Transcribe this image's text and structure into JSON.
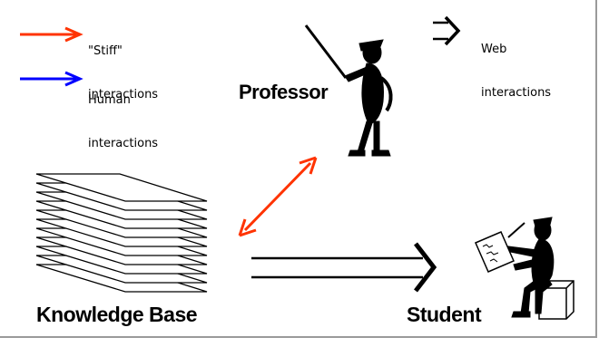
{
  "legend": {
    "stiff": {
      "line1": "\"Stiff\"",
      "line2": "interactions",
      "color": "#ff3300"
    },
    "human": {
      "line1": "Human",
      "line2": "interactions",
      "color": "#0000ff"
    },
    "web": {
      "line1": "Web",
      "line2": "interactions",
      "color": "#000000"
    }
  },
  "nodes": {
    "professor": "Professor",
    "knowledge_base": "Knowledge Base",
    "student": "Student"
  },
  "links": [
    {
      "from": "professor",
      "to": "knowledge_base",
      "type": "stiff",
      "direction": "both"
    },
    {
      "from": "knowledge_base",
      "to": "student",
      "type": "web",
      "direction": "forward"
    }
  ]
}
